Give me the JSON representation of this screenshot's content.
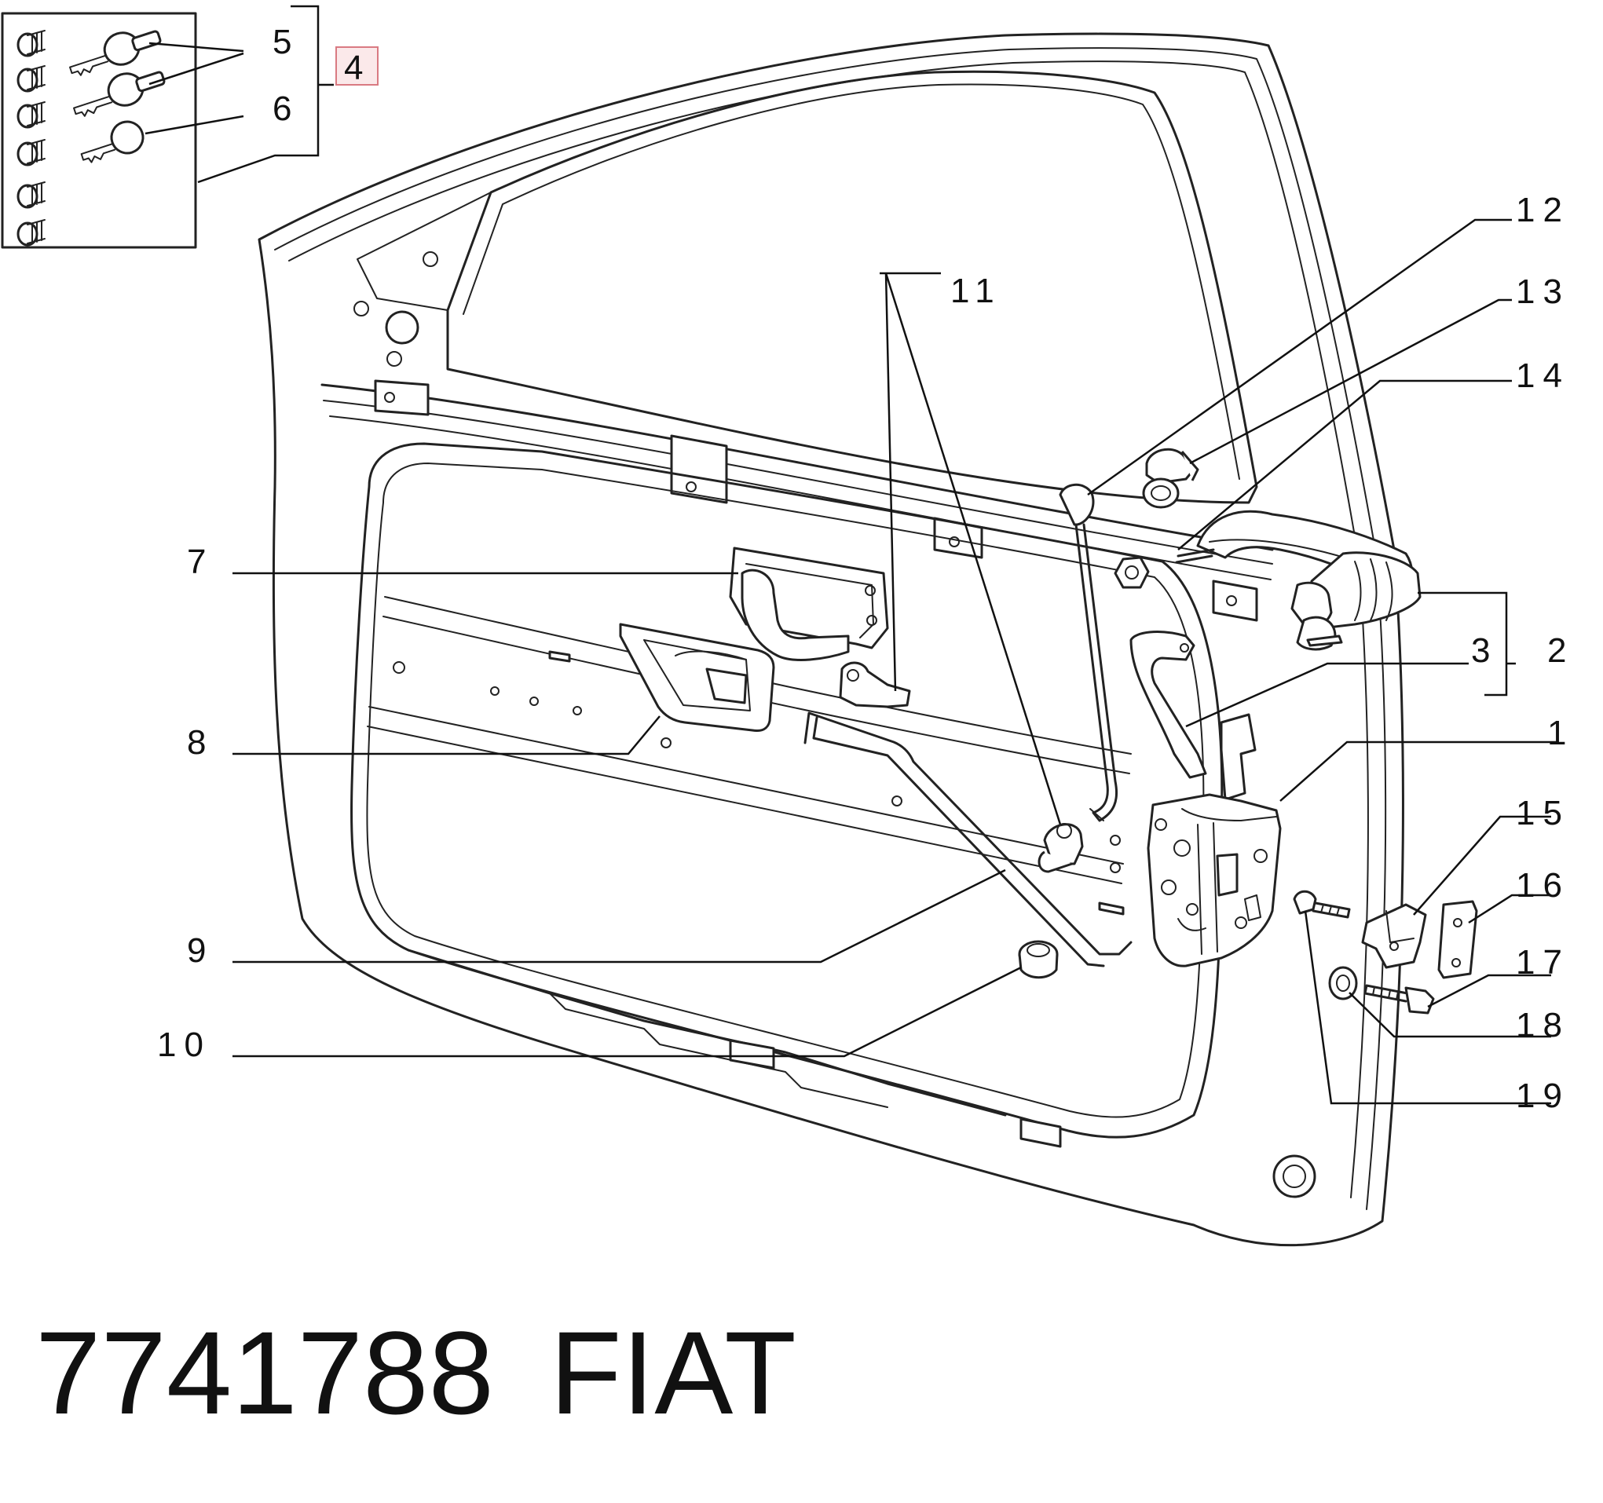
{
  "diagram": {
    "callouts": {
      "c1": "1",
      "c2": "2",
      "c3": "3",
      "c4": "4",
      "c5": "5",
      "c6": "6",
      "c7": "7",
      "c8": "8",
      "c9": "9",
      "c10": "10",
      "c11": "11",
      "c12": "12",
      "c13": "13",
      "c14": "14",
      "c15": "15",
      "c16": "16",
      "c17": "17",
      "c18": "18",
      "c19": "19"
    },
    "highlighted_callout": "4",
    "highlight_color": "#fbe9ea",
    "line_color": "#222222"
  },
  "caption": {
    "part_number": "7741788",
    "brand": "FIAT"
  }
}
